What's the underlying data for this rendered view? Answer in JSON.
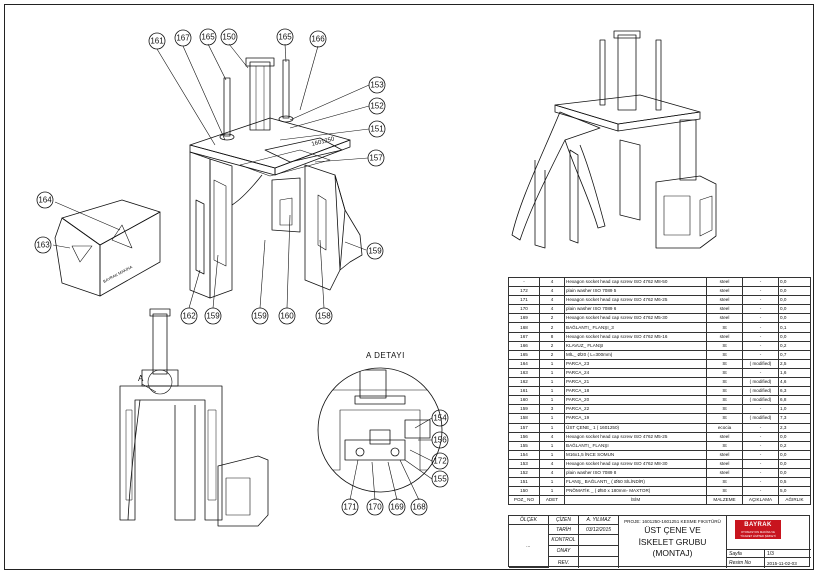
{
  "balloons": {
    "b161": "161",
    "b167": "167",
    "b165a": "165",
    "b150": "150",
    "b165b": "165",
    "b166": "166",
    "b153": "153",
    "b152": "152",
    "b151": "151",
    "b157": "157",
    "b164": "164",
    "b163": "163",
    "b159a": "159",
    "b162": "162",
    "b159b": "159",
    "b159c": "159",
    "b160": "160",
    "b158": "158",
    "b154": "154",
    "b156": "156",
    "b172": "172",
    "b155": "155",
    "b171": "171",
    "b170": "170",
    "b169": "169",
    "b168": "168"
  },
  "detail_title": "A DETAYI",
  "section_label": "A",
  "stamp_text_a": "1601250",
  "stamp_text_b": "BAYRAK MAKINA",
  "bom": {
    "rows": [
      [
        "-",
        "4",
        "Hexagon socket head cap screw ISO 4762 M8-50",
        "steel",
        "-",
        "0,0"
      ],
      [
        "172",
        "4",
        "plain washer ISO 7089 5",
        "steel",
        "-",
        "0,0"
      ],
      [
        "171",
        "4",
        "Hexagon socket head cap screw ISO 4762 M6-25",
        "steel",
        "-",
        "0,0"
      ],
      [
        "170",
        "4",
        "plain washer ISO 7089 6",
        "steel",
        "-",
        "0,0"
      ],
      [
        "169",
        "2",
        "Hexagon socket head cap screw ISO 4762 M5-30",
        "steel",
        "-",
        "0,0"
      ],
      [
        "168",
        "2",
        "BAĞLANTI_ FLANŞI_3",
        "St",
        "-",
        "0,1"
      ],
      [
        "167",
        "8",
        "Hexagon socket head cap screw ISO 4762 M5-16",
        "steel",
        "-",
        "0,0"
      ],
      [
        "166",
        "2",
        "KLAVUZ_ FLANŞI",
        "St",
        "-",
        "0,2"
      ],
      [
        "165",
        "2",
        "MİL_ Ø20  ( L=300mm)",
        "St",
        "-",
        "0,7"
      ],
      [
        "164",
        "1",
        "PARCA_23",
        "St",
        "( modified)",
        "2,5"
      ],
      [
        "163",
        "1",
        "PARCA_24",
        "St",
        "-",
        "1,6"
      ],
      [
        "162",
        "1",
        "PARCA_21",
        "St",
        "( modified)",
        "4,6"
      ],
      [
        "161",
        "1",
        "PARCA_18",
        "St",
        "( modified)",
        "6,3"
      ],
      [
        "160",
        "1",
        "PARCA_20",
        "St",
        "( modified)",
        "6,8"
      ],
      [
        "159",
        "3",
        "PARCA_22",
        "St",
        "-",
        "1,0"
      ],
      [
        "158",
        "1",
        "PARCA_19",
        "St",
        "( modified)",
        "7,3"
      ],
      [
        "157",
        "1",
        "ÜST ÇENE_ 1  ( 1601250)",
        "ecocia",
        "-",
        "2,3"
      ],
      [
        "156",
        "4",
        "Hexagon socket head cap screw ISO 4762 M5-25",
        "steel",
        "-",
        "0,0"
      ],
      [
        "155",
        "1",
        "BAĞLANTI_ FLANŞI",
        "St",
        "-",
        "0,2"
      ],
      [
        "154",
        "1",
        "M16x1,5 İNCE SOMUN",
        "steel",
        "-",
        "0,0"
      ],
      [
        "153",
        "4",
        "Hexagon socket head cap screw ISO 4762 M8-30",
        "steel",
        "-",
        "0,0"
      ],
      [
        "152",
        "4",
        "plain washer ISO 7089 8",
        "steel",
        "-",
        "0,0"
      ],
      [
        "151",
        "1",
        "FLANŞ_ BAĞLANTI_ ( Ø50 SİLİNDİR)",
        "St",
        "-",
        "0,5"
      ],
      [
        "150",
        "1",
        "PNÖMATİK _ ( Ø50 x 180mm- MAXTOR)",
        "St",
        "-",
        "5,0"
      ]
    ],
    "header": [
      "POZ_ NO",
      "ADET",
      "İSİM",
      "MALZEME",
      "AÇIKLAMA",
      "AĞIRLIK"
    ]
  },
  "title_block": {
    "olcek": "ÖLÇEK",
    "olcek_value": "...",
    "cizen": "ÇİZEN",
    "cizen_value": "A. YILMAZ",
    "tarih": "TARİH",
    "tarih_value": "03/12/2015",
    "kontrol": "KONTROL",
    "onay": "ONAY",
    "rev": "REV.",
    "project": "PROJE: 1601250-1601251 KESME FIKSTÜRÜ",
    "title_1": "ÜST ÇENE VE",
    "title_2": "İSKELET GRUBU",
    "title_3": "(MONTAJ)",
    "logo_name": "BAYRAK",
    "logo_sub": "OTOMASYON MAKİNA VE TİCARET LİMİTED ŞİRKETİ",
    "sayfa": "Sayfa",
    "sayfa_value": "1/3",
    "resim_no": "Resim No",
    "resim_no_value": "2015-11-02-03"
  }
}
